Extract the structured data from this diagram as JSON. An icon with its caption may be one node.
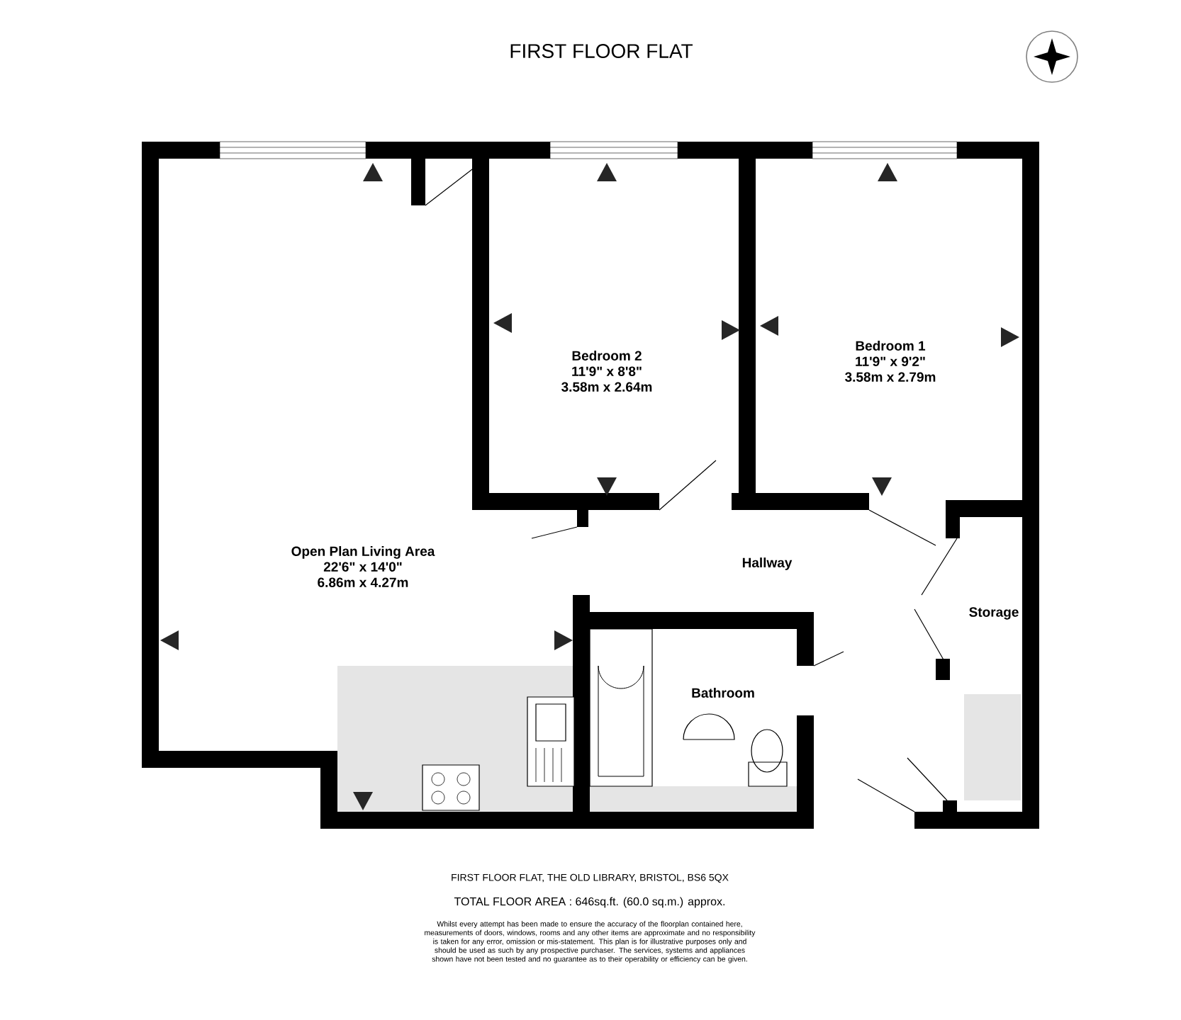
{
  "diagram": {
    "title": "FIRST FLOOR FLAT",
    "nodes": [
      {
        "text": [
          "Bedroom 2",
          "11'9\"  x 8'8\"",
          "3.58m  x 2.64m"
        ]
      },
      {
        "text": [
          "Bedroom 1",
          "11'9\"  x 9'2\"",
          "3.58m  x 2.79m"
        ]
      },
      {
        "text": [
          "Open Plan Living Area",
          "22'6\"  x 14'0\"",
          "6.86m  x 4.27m"
        ]
      },
      {
        "text": [
          "Hallway"
        ]
      },
      {
        "text": [
          "Storage"
        ]
      },
      {
        "text": [
          "Bathroom"
        ]
      }
    ],
    "labels": [
      "FIRST FLOOR FLAT, THE OLD LIBRARY, BRISTOL, BS6 5QX",
      "TOTAL FLOOR AREA : 646sq.ft. (60.0 sq.m.) approx.",
      "Whilst every attempt has been made to ensure the accuracy of the floorplan contained here, measurements of doors, windows, rooms and any other items are approximate and no responsibility is taken for any error, omission or mis-statement. This plan is for illustrative purposes only and should be used as such by any prospective purchaser. The services, systems and appliances shown have not been tested and no guarantee as to their operability or efficiency can be given."
    ]
  }
}
